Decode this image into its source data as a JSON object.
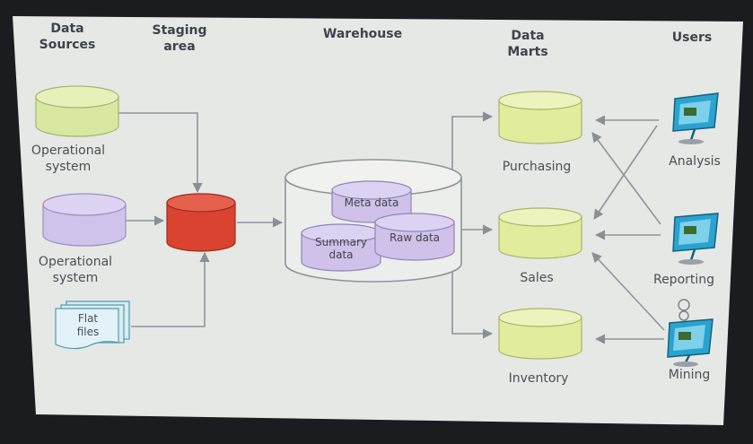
{
  "headers": {
    "sources": "Data\nSources",
    "staging": "Staging\narea",
    "warehouse": "Warehouse",
    "marts": "Data\nMarts",
    "users": "Users"
  },
  "sources": {
    "op1": "Operational\nsystem",
    "op2": "Operational\nsystem",
    "flat": "Flat\nfiles"
  },
  "warehouse": {
    "meta": "Meta data",
    "summary": "Summary\ndata",
    "raw": "Raw data"
  },
  "marts": {
    "purchasing": "Purchasing",
    "sales": "Sales",
    "inventory": "Inventory"
  },
  "users": {
    "analysis": "Analysis",
    "reporting": "Reporting",
    "mining": "Mining"
  },
  "colors": {
    "board": "#e7e9e6",
    "op1": "#d9e8a0",
    "op2": "#cfc3ec",
    "staging": "#d9432f",
    "mart": "#e2ec9d",
    "warehouse_inner": "#cfc1ea",
    "flat": "#d8ecf2",
    "monitor": "#2aa3d0"
  }
}
